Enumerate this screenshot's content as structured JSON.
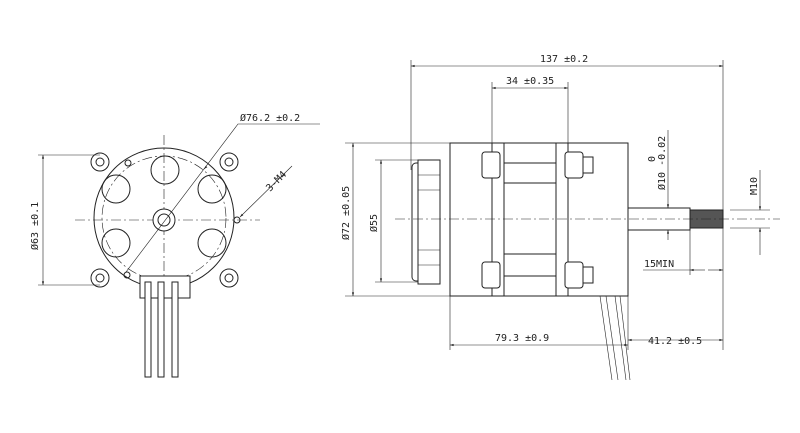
{
  "end_view": {
    "mount_circle_dia": "Ø76.2 ±0.2",
    "tapped_holes": "3-M4",
    "pilot_dia": "Ø63 ±0.1"
  },
  "side_view": {
    "overall_length": "137 ±0.2",
    "spacer_length": "34 ±0.35",
    "body_dia": "Ø72 ±0.05",
    "cap_dia": "Ø55",
    "shaft_tol_upper": "0",
    "shaft_dia": "Ø10 -0.02",
    "thread": "M10",
    "thread_min_length": "15MIN",
    "body_length": "79.3 ±0.9",
    "shaft_length": "41.2 ±0.5"
  }
}
